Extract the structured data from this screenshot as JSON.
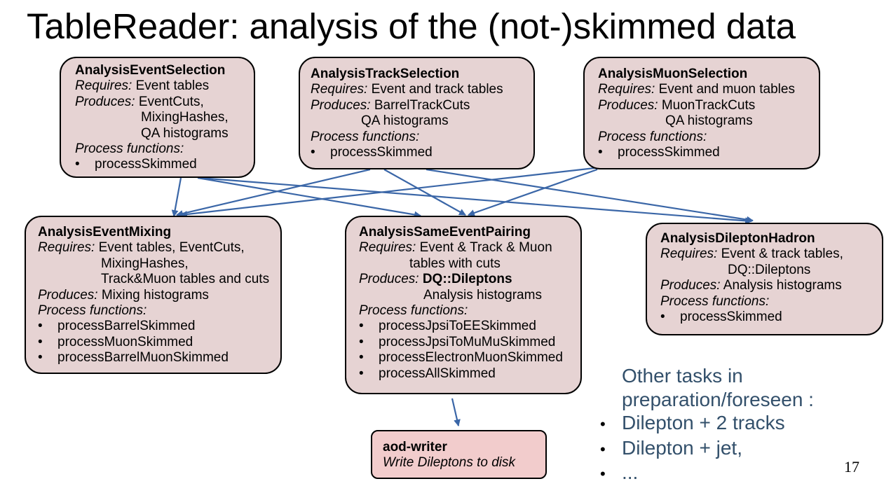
{
  "slide": {
    "title": "TableReader: analysis of the (not-)skimmed data",
    "page_number": "17"
  },
  "labels": {
    "requires": "Requires:",
    "produces": "Produces:",
    "process_functions": "Process functions:",
    "bullet": "•"
  },
  "boxes": {
    "event_selection": {
      "name": "AnalysisEventSelection",
      "requires": "Event tables",
      "produces": [
        "EventCuts,",
        "MixingHashes,",
        "QA histograms"
      ],
      "functions": [
        "processSkimmed"
      ]
    },
    "track_selection": {
      "name": "AnalysisTrackSelection",
      "requires": "Event and track tables",
      "produces": [
        "BarrelTrackCuts",
        "QA histograms"
      ],
      "functions": [
        "processSkimmed"
      ]
    },
    "muon_selection": {
      "name": "AnalysisMuonSelection",
      "requires": "Event and muon tables",
      "produces": [
        "MuonTrackCuts",
        "QA histograms"
      ],
      "functions": [
        "processSkimmed"
      ]
    },
    "event_mixing": {
      "name": "AnalysisEventMixing",
      "requires": [
        "Event tables, EventCuts,",
        "MixingHashes,",
        "Track&Muon tables and cuts"
      ],
      "produces": "Mixing histograms",
      "functions": [
        "processBarrelSkimmed",
        "processMuonSkimmed",
        "processBarrelMuonSkimmed"
      ]
    },
    "same_event_pairing": {
      "name": "AnalysisSameEventPairing",
      "requires": [
        "Event & Track & Muon",
        "tables with cuts"
      ],
      "produces_bold": "DQ::Dileptons",
      "produces": "Analysis histograms",
      "functions": [
        "processJpsiToEESkimmed",
        "processJpsiToMuMuSkimmed",
        "processElectronMuonSkimmed",
        "processAllSkimmed"
      ]
    },
    "dilepton_hadron": {
      "name": "AnalysisDileptonHadron",
      "requires": [
        "Event & track tables,",
        "DQ::Dileptons"
      ],
      "produces": "Analysis histograms",
      "functions": [
        "processSkimmed"
      ]
    },
    "aod_writer": {
      "name": "aod-writer",
      "description": "Write Dileptons to disk"
    }
  },
  "other_tasks": {
    "heading": [
      "Other tasks in",
      "preparation/foreseen :"
    ],
    "items": [
      "Dilepton + 2 tracks",
      "Dilepton + jet,",
      "..."
    ]
  },
  "colors": {
    "box_fill": "#e6d3d3",
    "aod_fill": "#f2cccc",
    "arrow": "#3a66a7",
    "other_text": "#33506b"
  }
}
